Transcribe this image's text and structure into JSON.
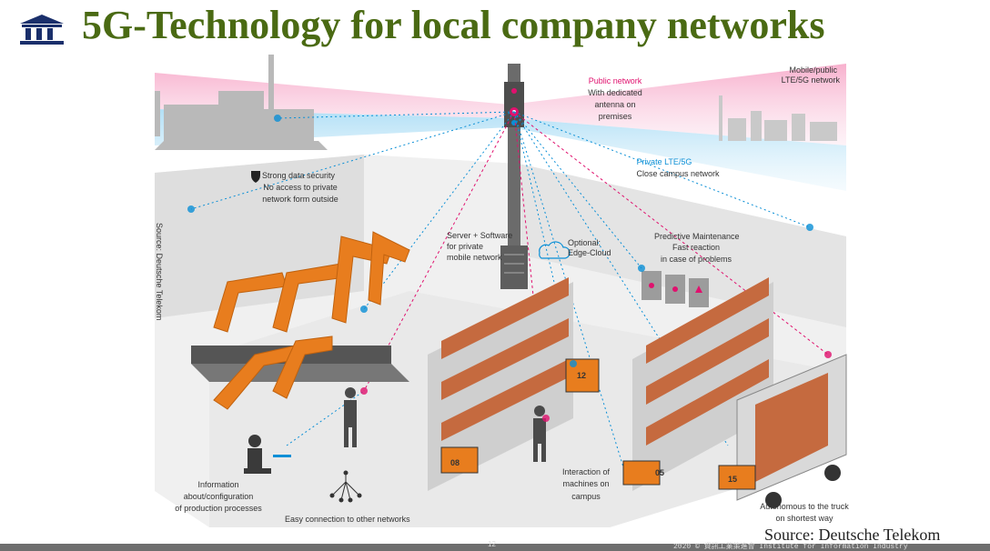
{
  "title": "5G-Technology for local company networks",
  "diagram": {
    "mobile_public_title": "Mobile/public",
    "mobile_public_sub": "LTE/5G network",
    "public_network_title": "Public network",
    "public_network_l1": "With dedicated",
    "public_network_l2": "antenna on",
    "public_network_l3": "premises",
    "private_lte_title": "Private LTE/5G",
    "private_lte_sub": "Close campus network",
    "strong_security_title": "Strong data security",
    "strong_security_l1": "No access to private",
    "strong_security_l2": "network form outside",
    "server_title": "Server + Software",
    "server_l1": "for private",
    "server_l2": "mobile network",
    "edge_cloud_l1": "Optional:",
    "edge_cloud_l2": "Edge-Cloud",
    "predictive_title": "Predictive Maintenance",
    "predictive_l1": "Fast reaction",
    "predictive_l2": "in case of problems",
    "side_source": "Source: Deutsche Telekom",
    "info_l1": "Information",
    "info_l2": "about/configuration",
    "info_l3": "of production processes",
    "easy_connection": "Easy connection to other networks",
    "interaction_l1": "Interaction of",
    "interaction_l2": "machines on",
    "interaction_l3": "campus",
    "autonomous_title": "Autonomous to the truck",
    "autonomous_sub": "on shortest way",
    "agv_08": "08",
    "agv_12": "12",
    "agv_05": "05",
    "agv_15": "15"
  },
  "source": "Source: Deutsche Telekom",
  "footer": {
    "page_number": "12",
    "copyright": "2020 © 資訊工業策進會 Institute for Information Industry"
  },
  "colors": {
    "title_green": "#4a6a13",
    "public_pink": "#e0116e",
    "private_blue": "#0a8fd6",
    "robot_orange": "#e87d1e"
  }
}
